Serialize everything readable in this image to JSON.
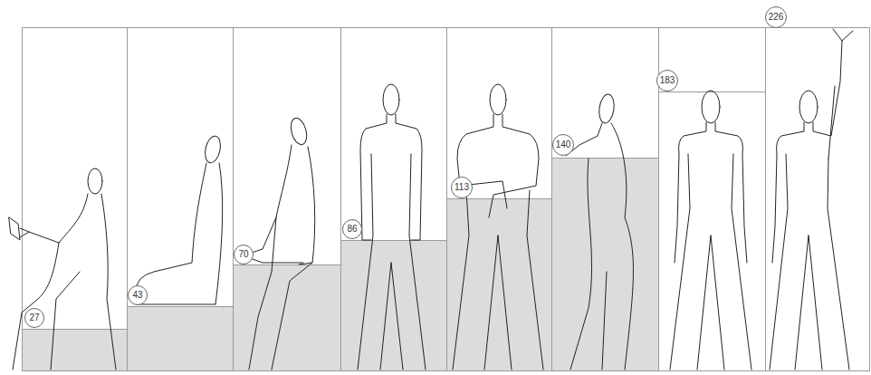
{
  "diagram": {
    "nodes": [
      {
        "text": [
          "27"
        ]
      },
      {
        "text": [
          "43"
        ]
      },
      {
        "text": [
          "70"
        ]
      },
      {
        "text": [
          "86"
        ]
      },
      {
        "text": [
          "113"
        ]
      },
      {
        "text": [
          "140"
        ]
      },
      {
        "text": [
          "183"
        ]
      },
      {
        "text": [
          "226"
        ]
      }
    ]
  }
}
